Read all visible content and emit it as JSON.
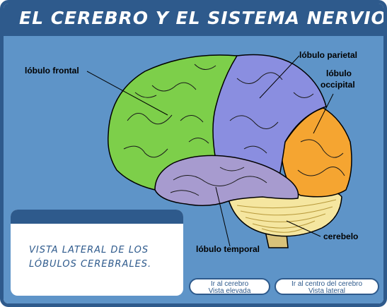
{
  "header": {
    "title": "El Cerebro y el Sistema Nervioso"
  },
  "labels": {
    "frontal": "lóbulo frontal",
    "parietal": "lóbulo parietal",
    "occipital_line1": "lóbulo",
    "occipital_line2": "occipital",
    "cerebelo": "cerebelo",
    "temporal": "lóbulo temporal"
  },
  "info": {
    "text": "Vista lateral de los lóbulos cerebrales."
  },
  "buttons": [
    {
      "line1": "Ir al cerebro",
      "line2": "Vista elevada"
    },
    {
      "line1": "Ir al centro del cerebro",
      "line2": "Vista lateral"
    }
  ],
  "colors": {
    "header": "#2e5a8c",
    "background": "#5e94c8",
    "frontal": "#7dcf4a",
    "parietal": "#8a8ee0",
    "occipital": "#f5a531",
    "temporal": "#a79bcf",
    "cerebelo": "#f5e6a0"
  }
}
